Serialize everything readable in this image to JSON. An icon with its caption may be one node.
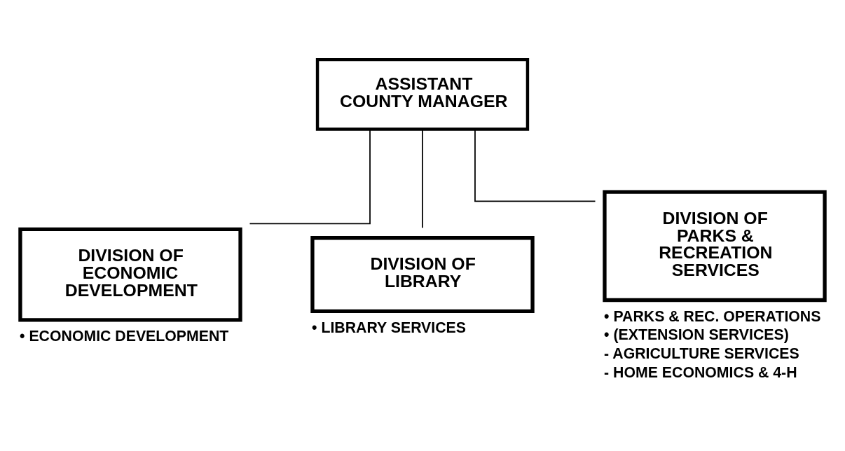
{
  "diagram": {
    "nodes": [
      {
        "text": [
          "ASSISTANT COUNTY MANAGER"
        ]
      },
      {
        "text": [
          "DIVISION OF ECONOMIC DEVELOPMENT"
        ],
        "beside": [
          "• ECONOMIC DEVELOPMENT"
        ]
      },
      {
        "text": [
          "DIVISION OF LIBRARY"
        ],
        "beside": [
          "• LIBRARY SERVICES"
        ]
      },
      {
        "text": [
          "DIVISION OF PARKS & RECREATION SERVICES"
        ],
        "beside": [
          "• PARKS & REC. OPERATIONS",
          "• (EXTENSION SERVICES)",
          "- AGRICULTURE SERVICES",
          "- HOME ECONOMICS & 4-H"
        ]
      }
    ],
    "edges": [
      {
        "from": 0,
        "to": 1,
        "arrow": "none"
      },
      {
        "from": 0,
        "to": 2,
        "arrow": "none"
      },
      {
        "from": 0,
        "to": 3,
        "arrow": "none"
      }
    ]
  }
}
